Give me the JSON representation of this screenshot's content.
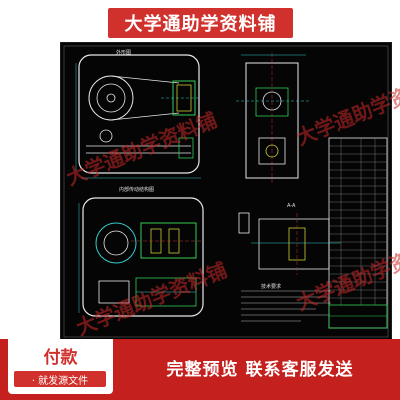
{
  "banner": {
    "title": "大学通助学资料铺"
  },
  "watermark": {
    "text": "大学通助学资料铺"
  },
  "drawing": {
    "view_top_label": "外形图",
    "view_bottom_label": "内部传动结构图",
    "section_label": "A-A",
    "notes_title": "技术要求"
  },
  "footer": {
    "pay_title": "付款",
    "pay_subtitle": "· 就发源文件",
    "caption": "完整预览  联系客服发送"
  }
}
